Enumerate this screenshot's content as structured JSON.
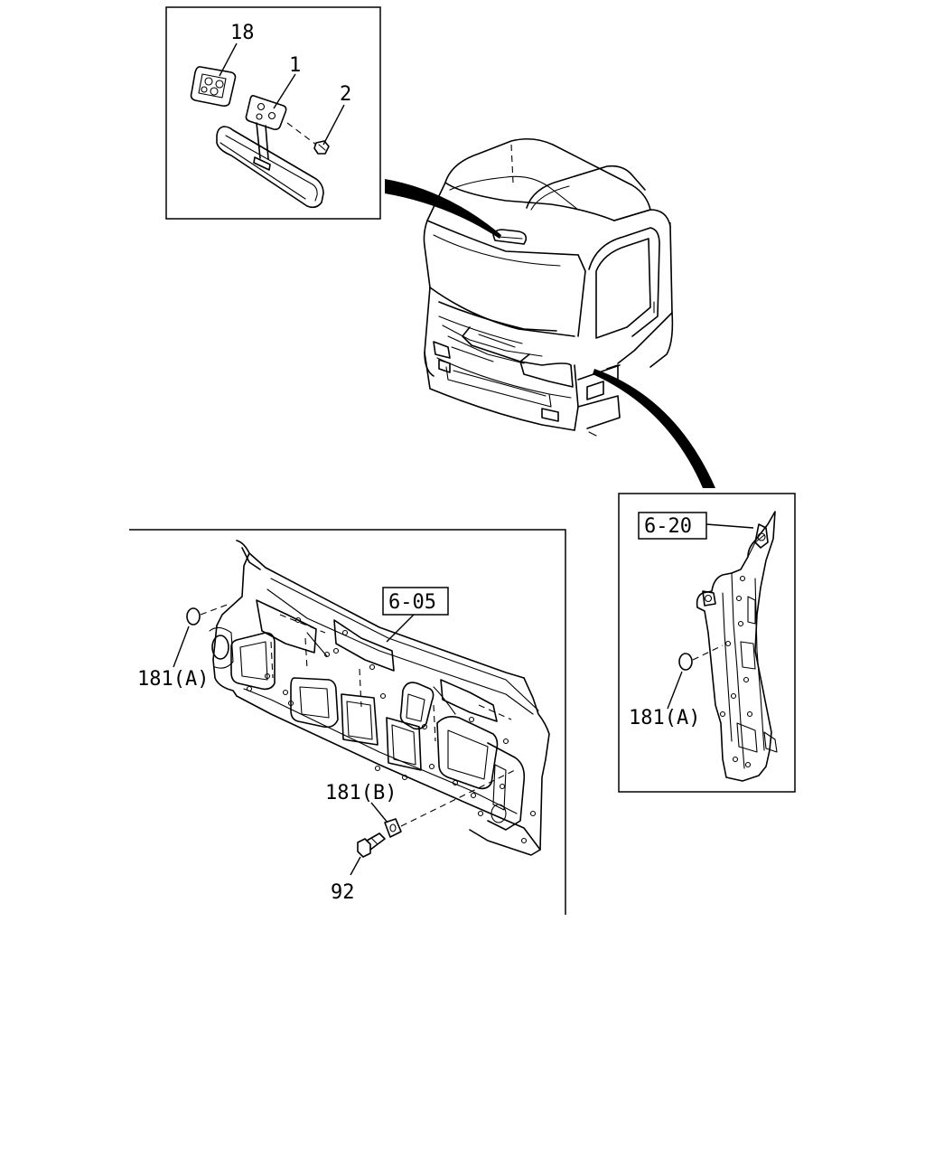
{
  "diagram": {
    "callouts": {
      "mirror_bracket_cover": "18",
      "inner_mirror": "1",
      "screw": "2",
      "grommet_a_dash": "181(A)",
      "grommet_b": "181(B)",
      "bolt": "92",
      "grommet_a_pillar": "181(A)"
    },
    "reference_boxes": {
      "dash_panel": "6-05",
      "front_pillar": "6-20"
    },
    "colors": {
      "line": "#000000",
      "background": "#ffffff"
    }
  }
}
